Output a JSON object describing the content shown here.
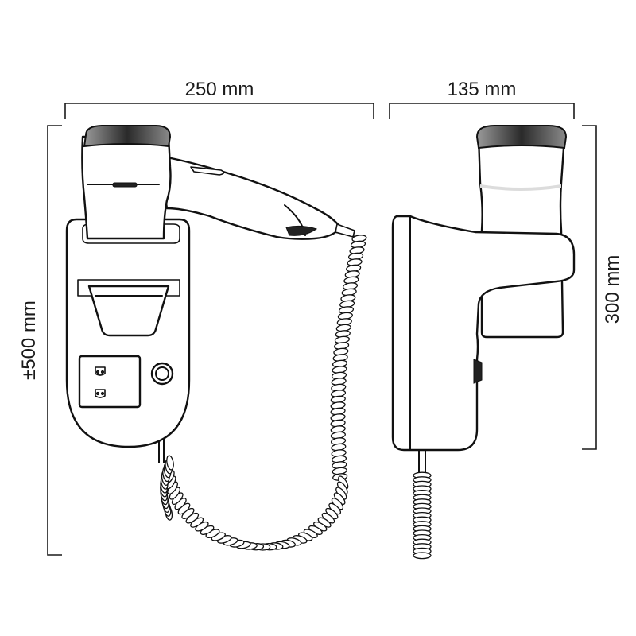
{
  "dimensions": {
    "front_width": "250 mm",
    "side_width": "135 mm",
    "total_height": "±500 mm",
    "dryer_height": "300 mm"
  },
  "colors": {
    "line": "#111111",
    "background": "#ffffff",
    "grille": "#2a2a2a"
  }
}
